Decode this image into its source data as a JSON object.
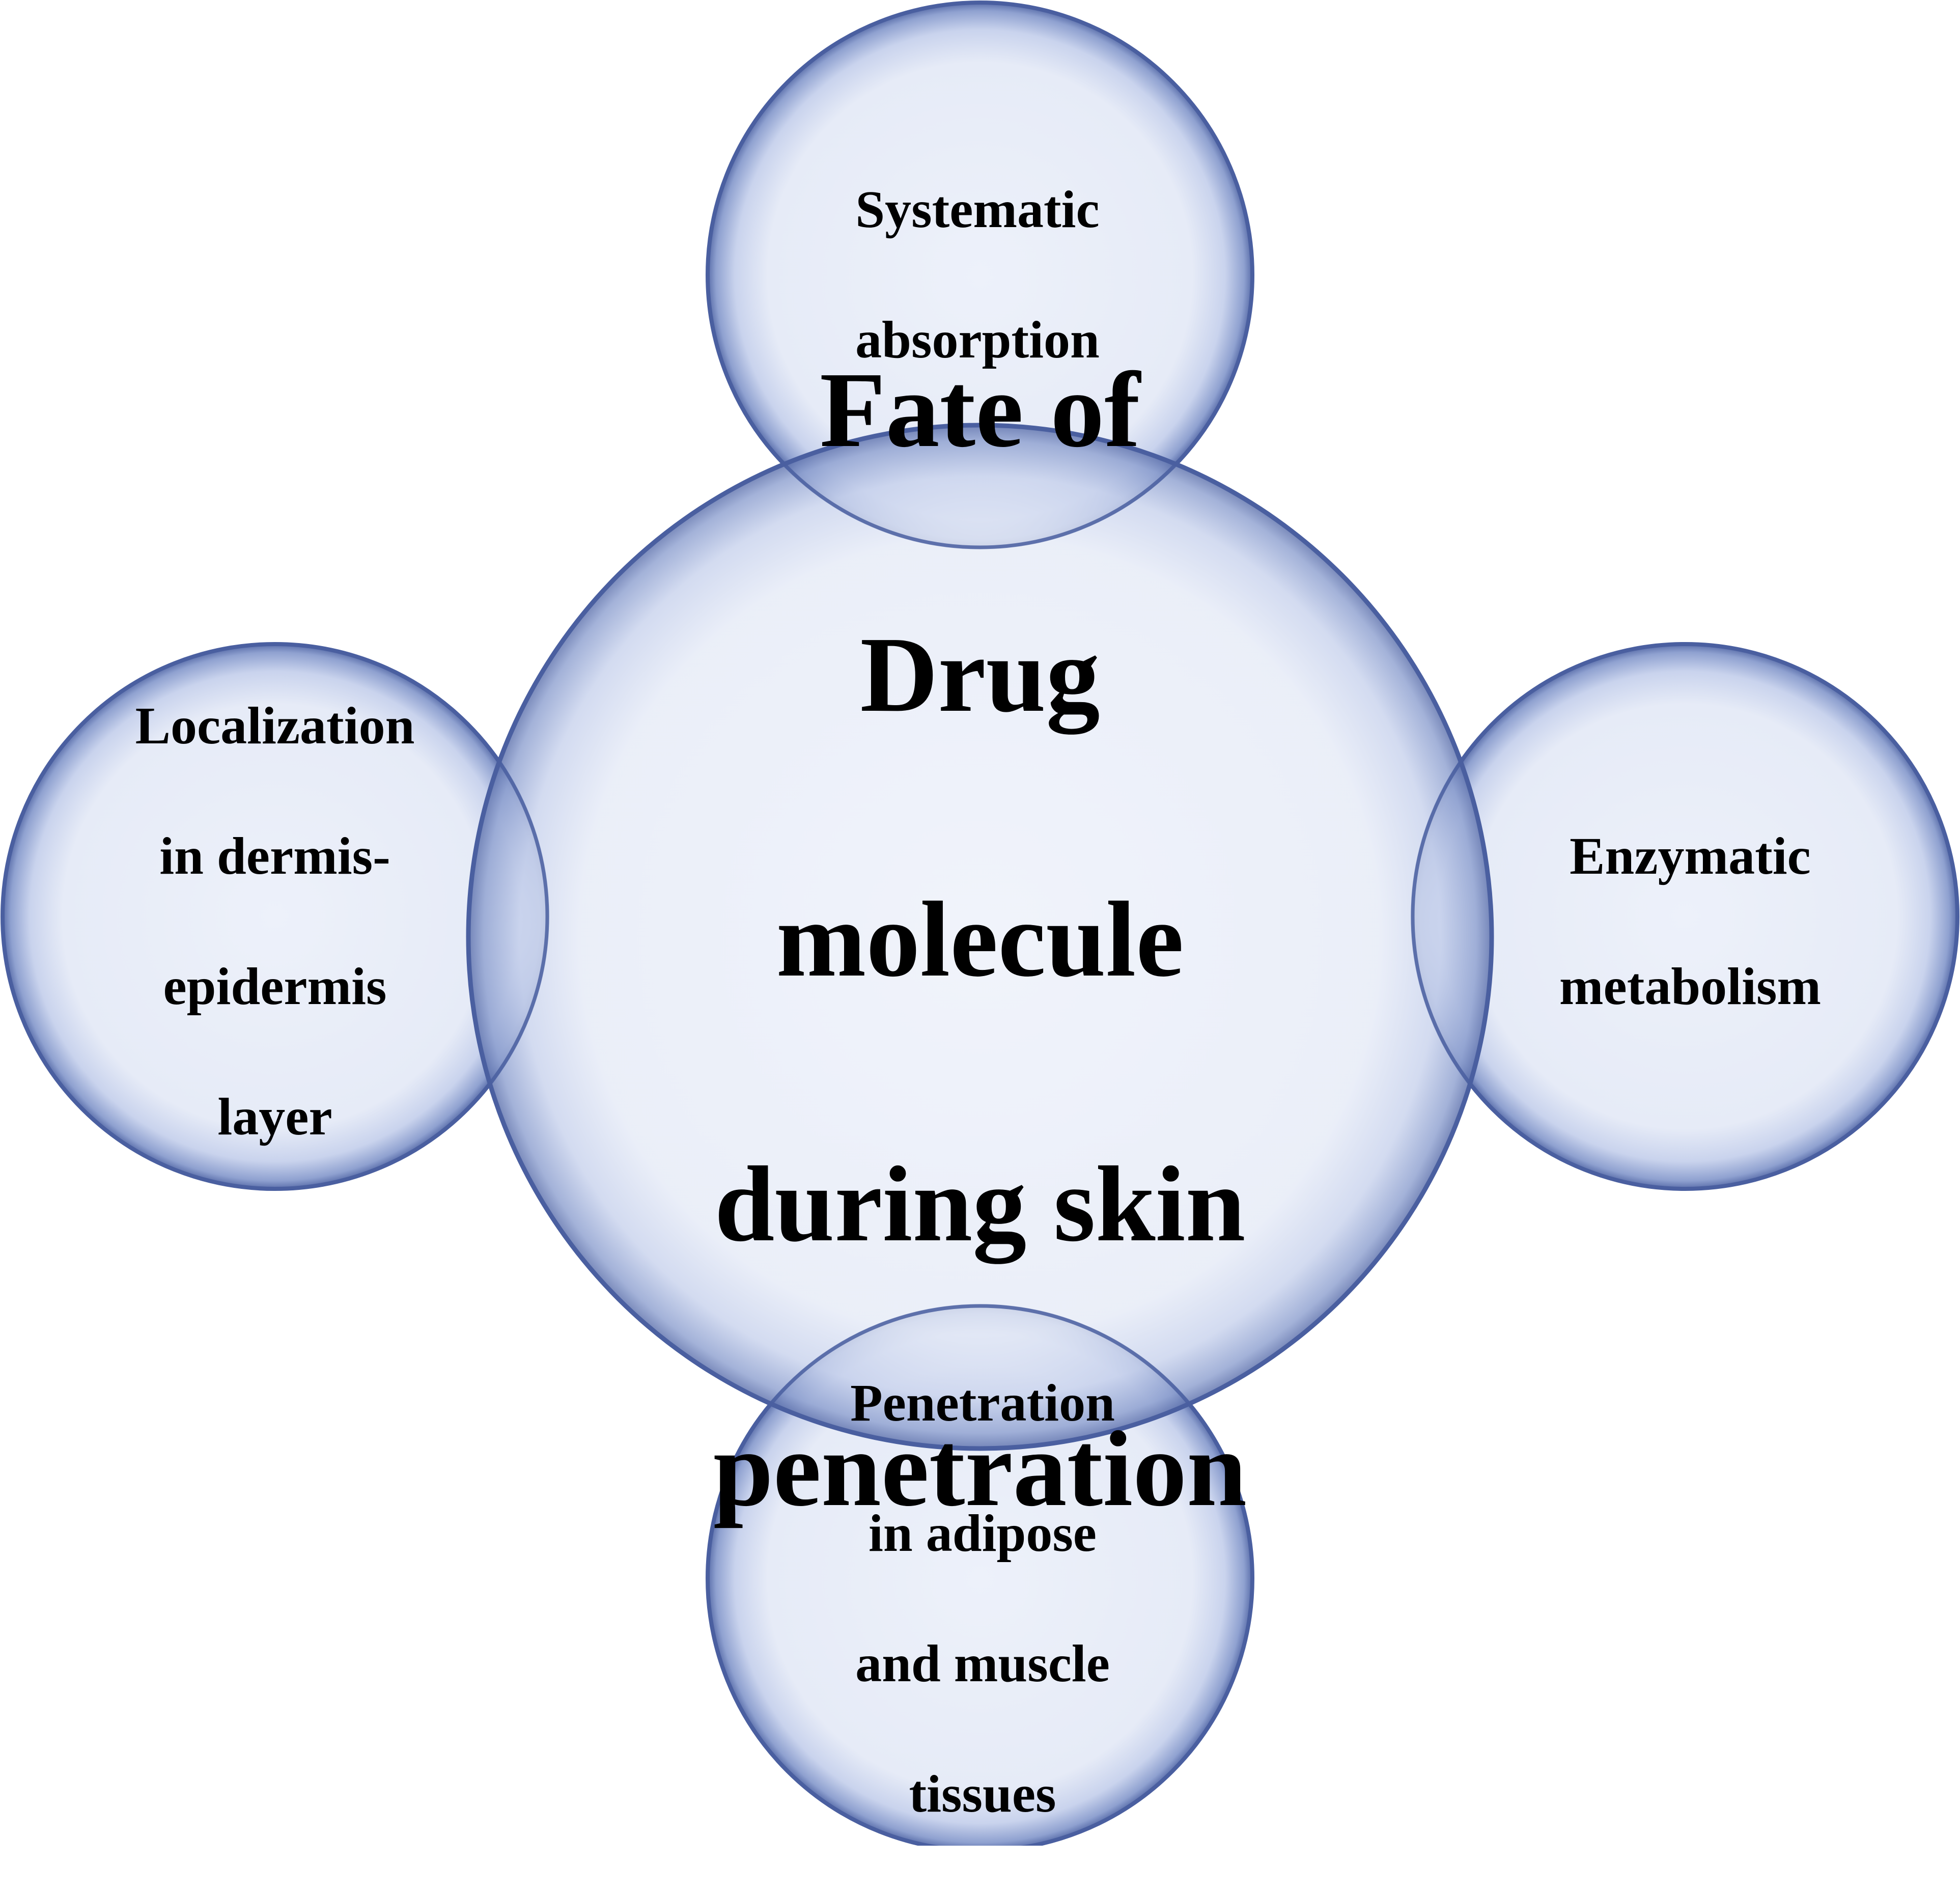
{
  "diagram": {
    "center": {
      "lines": [
        "Fate of",
        "Drug",
        "molecule",
        "during skin",
        "penetration"
      ]
    },
    "top": {
      "lines": [
        "Systematic",
        "absorption"
      ]
    },
    "left": {
      "lines": [
        "Localization",
        "in dermis-",
        "epidermis",
        "layer"
      ]
    },
    "right": {
      "lines": [
        "Enzymatic",
        "metabolism"
      ]
    },
    "bottom": {
      "lines": [
        "Penetration",
        "in adipose",
        "and muscle",
        "tissues"
      ]
    }
  },
  "colors": {
    "circle_fill": "#e8edf8",
    "circle_stroke": "#4a5fa0",
    "circle_rim": "#8fa1d0",
    "text": "#000000"
  }
}
